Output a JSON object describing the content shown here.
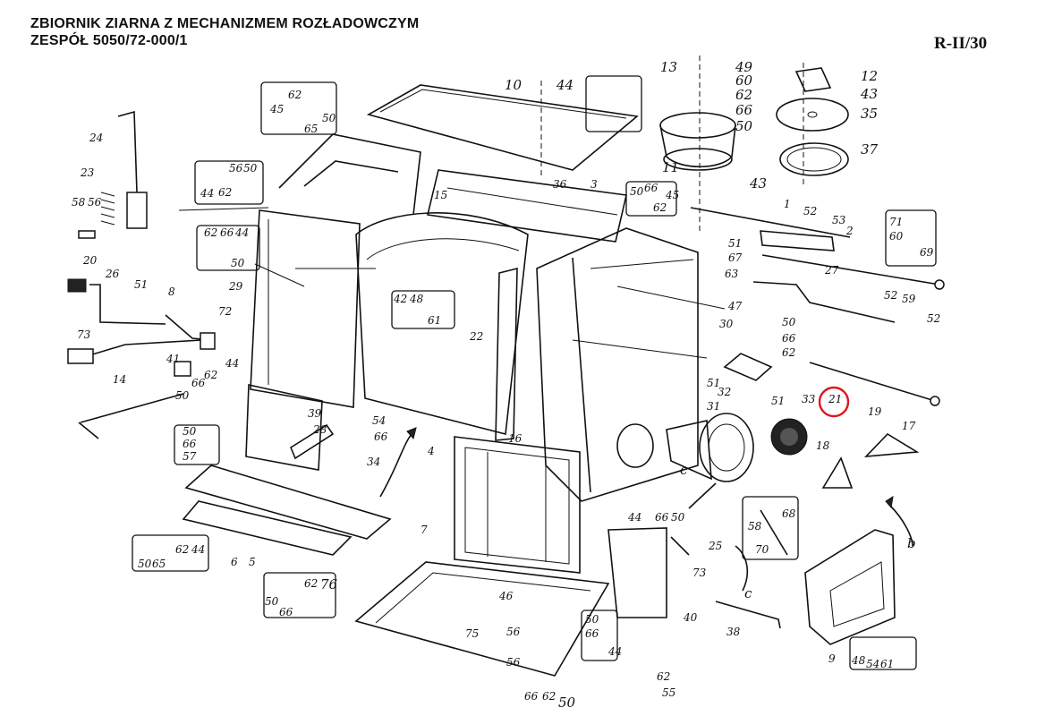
{
  "header": {
    "title_line1": "ZBIORNIK ZIARNA Z MECHANIZMEM ROZŁADOWCZYM",
    "title_line2": "ZESPÓŁ 5050/72-000/1",
    "sheet_id": "R-II/30"
  },
  "callouts": [
    "10",
    "44",
    "13",
    "49",
    "60",
    "62",
    "66",
    "50",
    "12",
    "43",
    "35",
    "37",
    "11",
    "43",
    "24",
    "23",
    "58",
    "56",
    "20",
    "26",
    "51",
    "8",
    "72",
    "73",
    "41",
    "14",
    "66",
    "62",
    "44",
    "50",
    "62",
    "45",
    "50",
    "65",
    "44",
    "56",
    "50",
    "62",
    "62",
    "66",
    "44",
    "50",
    "29",
    "15",
    "3",
    "36",
    "50",
    "66",
    "62",
    "45",
    "42",
    "48",
    "61",
    "22",
    "30",
    "52",
    "53",
    "1",
    "2",
    "51",
    "67",
    "63",
    "27",
    "47",
    "71",
    "60",
    "69",
    "52",
    "59",
    "52",
    "50",
    "66",
    "62",
    "51",
    "32",
    "51",
    "33",
    "21",
    "19",
    "17",
    "18",
    "31",
    "39",
    "28",
    "54",
    "66",
    "34",
    "16",
    "4",
    "50",
    "66",
    "57",
    "6",
    "5",
    "50",
    "65",
    "62",
    "44",
    "7",
    "50",
    "66",
    "62",
    "76",
    "46",
    "56",
    "75",
    "56",
    "50",
    "66",
    "44",
    "40",
    "73",
    "44",
    "66",
    "50",
    "25",
    "58",
    "68",
    "70",
    "38",
    "9",
    "48",
    "54",
    "61",
    "b",
    "c",
    "c",
    "62",
    "66",
    "50",
    "62",
    "55"
  ],
  "highlight": {
    "label": "21",
    "color": "#e0141a"
  }
}
